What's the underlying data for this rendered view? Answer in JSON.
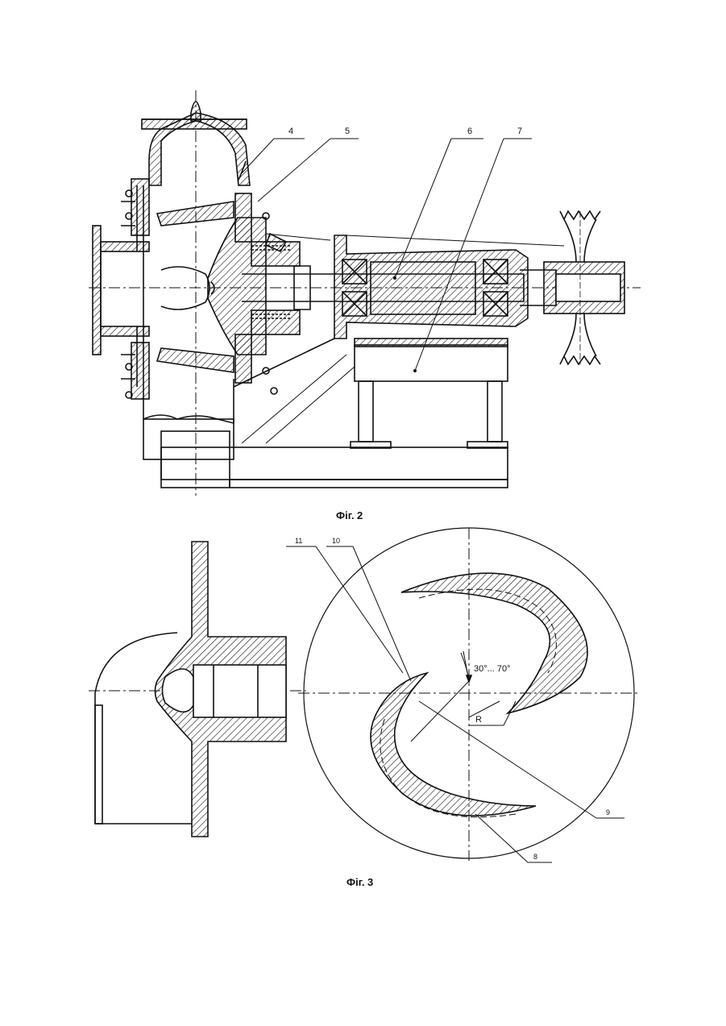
{
  "figures": {
    "fig2": {
      "caption": "Фіг. 2",
      "callouts": [
        "4",
        "5",
        "6",
        "7"
      ]
    },
    "fig3": {
      "caption": "Фіг. 3",
      "callouts": [
        "11",
        "10",
        "9",
        "8"
      ],
      "angle_label": "30°... 70°",
      "radius_label": "R"
    }
  },
  "colors": {
    "ink": "#111111",
    "paper": "#ffffff"
  }
}
